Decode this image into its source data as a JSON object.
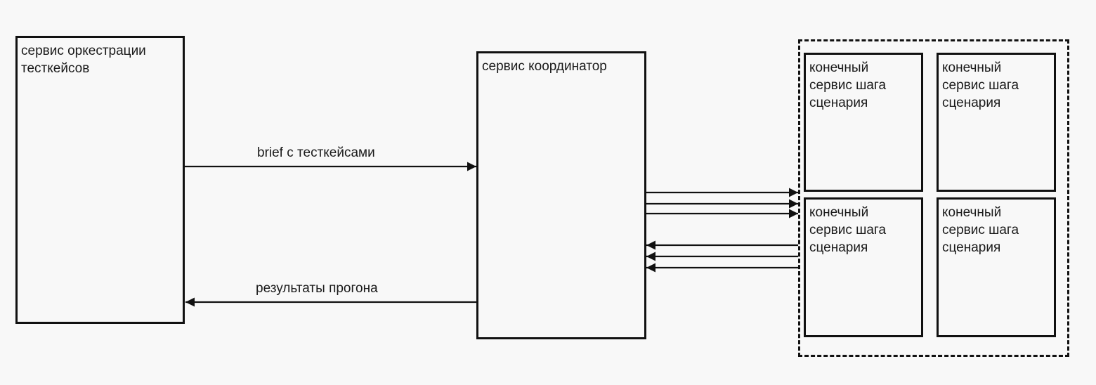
{
  "diagram": {
    "nodes": {
      "orchestration": {
        "label": "сервис оркестрации\nтесткейсов"
      },
      "coordinator": {
        "label": "сервис координатор"
      },
      "workers": [
        {
          "label": "конечный\nсервис шага\nсценария"
        },
        {
          "label": "конечный\nсервис шага\nсценария"
        },
        {
          "label": "конечный\nсервис шага\nсценария"
        },
        {
          "label": "конечный\nсервис шага\nсценария"
        }
      ]
    },
    "edges": {
      "brief": {
        "label": "brief с тесткейсами",
        "from": "orchestration",
        "to": "coordinator"
      },
      "results": {
        "label": "результаты прогона",
        "from": "coordinator",
        "to": "orchestration"
      },
      "dispatch_count": 3,
      "return_count": 3
    },
    "colors": {
      "background": "#f8f8f8",
      "stroke": "#111111"
    }
  }
}
